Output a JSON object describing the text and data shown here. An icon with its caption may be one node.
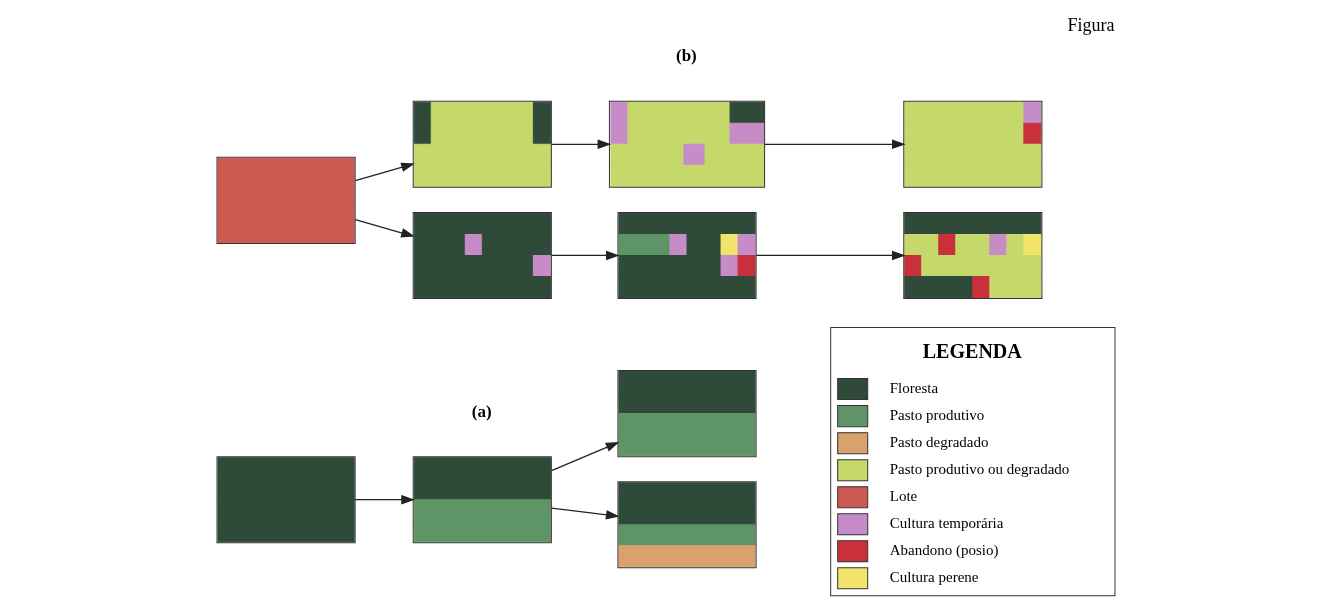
{
  "diagram": {
    "title": "Figura",
    "nodes": [
      {
        "text": [],
        "shape": "box"
      },
      {
        "text": [],
        "shape": "box"
      },
      {
        "text": [],
        "shape": "box"
      },
      {
        "text": [],
        "shape": "box"
      },
      {
        "text": [],
        "shape": "box"
      },
      {
        "text": [],
        "shape": "box"
      },
      {
        "text": [],
        "shape": "box"
      },
      {
        "text": [],
        "shape": "box"
      },
      {
        "text": [],
        "shape": "box"
      },
      {
        "text": [],
        "shape": "box"
      },
      {
        "text": [],
        "shape": "box"
      }
    ],
    "edges": [
      {
        "from": 0,
        "to": 1,
        "arrow": "to"
      },
      {
        "from": 1,
        "to": 2,
        "arrow": "to"
      },
      {
        "from": 1,
        "to": 3,
        "arrow": "to"
      },
      {
        "from": 4,
        "to": 5,
        "arrow": "to"
      },
      {
        "from": 5,
        "to": 6,
        "arrow": "to"
      },
      {
        "from": 6,
        "to": 7,
        "arrow": "to"
      },
      {
        "from": 4,
        "to": 8,
        "arrow": "to"
      },
      {
        "from": 8,
        "to": 9,
        "arrow": "to"
      },
      {
        "from": 9,
        "to": 10,
        "arrow": "to"
      }
    ],
    "labels": [
      "(a)",
      "LEGENDA",
      "(b)"
    ],
    "legend": [
      {
        "text": "Floresta",
        "color": "#2f4a38"
      },
      {
        "text": "Pasto produtivo",
        "color": "#5e9466"
      },
      {
        "text": "Pasto degradado",
        "color": "#d9a26c"
      },
      {
        "text": "Pasto produtivo ou degradado",
        "color": "#c5d86a"
      },
      {
        "text": "Lote",
        "color": "#cc5a50"
      },
      {
        "text": "Cultura temporária",
        "color": "#c68cc8"
      },
      {
        "text": "Abandono (posio)",
        "color": "#c8303a"
      },
      {
        "text": "Cultura perene",
        "color": "#f0e46a"
      }
    ]
  }
}
